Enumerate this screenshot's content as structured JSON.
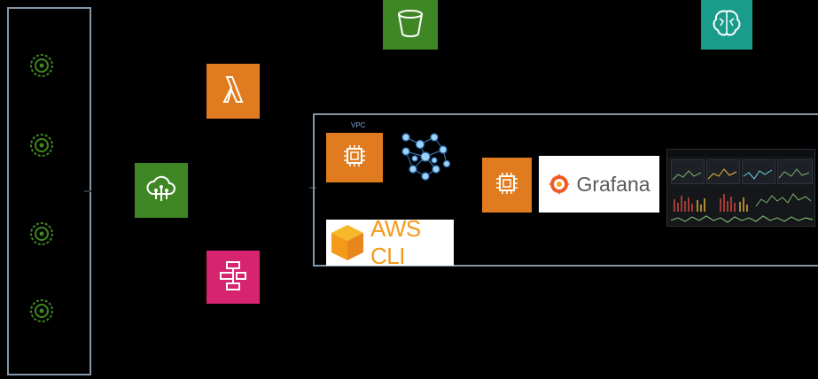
{
  "colors": {
    "frame": "#8397a8",
    "green": "#3f8624",
    "orange": "#e07b1f",
    "pink": "#d6246e",
    "teal": "#1a9c8c",
    "dash_bg": "#15171a",
    "grafana_orange": "#f05a28"
  },
  "icons": {
    "sensors": [
      "sensor-icon",
      "sensor-icon",
      "sensor-icon",
      "sensor-icon"
    ],
    "iot_core": "iot-core-cloud-icon",
    "lambda": "lambda-icon",
    "step_functions": "step-functions-icon",
    "s3": "s3-bucket-icon",
    "sagemaker": "sagemaker-brain-icon",
    "ec2_a": "ec2-chip-icon",
    "ec2_b": "ec2-chip-icon",
    "network": "network-graph-icon",
    "aws_cli": "aws-cli-logo-icon",
    "grafana": "grafana-logo-icon"
  },
  "labels": {
    "vpc": "VPC",
    "aws_cli": "AWS CLI",
    "grafana": "Grafana"
  }
}
